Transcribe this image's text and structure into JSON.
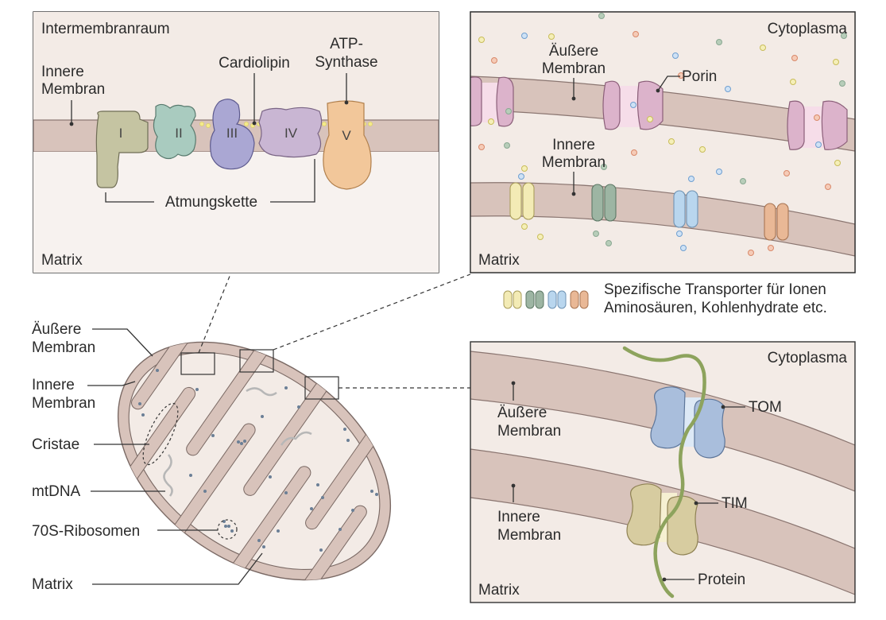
{
  "panel_respiratory": {
    "intermembrane_label": "Intermembranraum",
    "inner_membrane_label": [
      "Innere",
      "Membran"
    ],
    "cardiolipin_label": "Cardiolipin",
    "atp_synthase_label": [
      "ATP-",
      "Synthase"
    ],
    "complexes": [
      "I",
      "II",
      "III",
      "IV",
      "V"
    ],
    "chain_label": "Atmungskette",
    "matrix_label": "Matrix"
  },
  "panel_transporters": {
    "cytoplasm_label": "Cytoplasma",
    "outer_membrane_label": [
      "Äußere",
      "Membran"
    ],
    "porin_label": "Porin",
    "inner_membrane_label": [
      "Innere",
      "Membran"
    ],
    "matrix_label": "Matrix",
    "legend_text": [
      "Spezifische Transporter für Ionen",
      "Aminosäuren, Kohlenhydrate etc."
    ]
  },
  "panel_import": {
    "cytoplasm_label": "Cytoplasma",
    "outer_membrane_label": [
      "Äußere",
      "Membran"
    ],
    "inner_membrane_label": [
      "Innere",
      "Membran"
    ],
    "tom_label": "TOM",
    "tim_label": "TIM",
    "protein_label": "Protein",
    "matrix_label": "Matrix"
  },
  "overview": {
    "outer_membrane_label": [
      "Äußere",
      "Membran"
    ],
    "inner_membrane_label": [
      "Innere",
      "Membran"
    ],
    "cristae_label": "Cristae",
    "mtdna_label": "mtDNA",
    "ribosomes_label": "70S-Ribosomen",
    "matrix_label": "Matrix"
  },
  "colors": {
    "membrane": "#d8c3bb",
    "membrane_stroke": "#8a7570",
    "intermembrane_bg": "#f3ebe6",
    "complex_I": "#c5c4a2",
    "complex_II": "#a9cbbf",
    "complex_III": "#aaa7d3",
    "complex_IV": "#c9b6d3",
    "complex_V": "#f2c79a",
    "porin": "#dcb3cb",
    "transporter_yellow": "#f3ebb5",
    "transporter_green": "#9db5a3",
    "transporter_blue": "#b9d6ee",
    "transporter_orange": "#e9b896",
    "tom": "#a9bedc",
    "tim": "#d7cca0",
    "protein": "#8da35d"
  }
}
